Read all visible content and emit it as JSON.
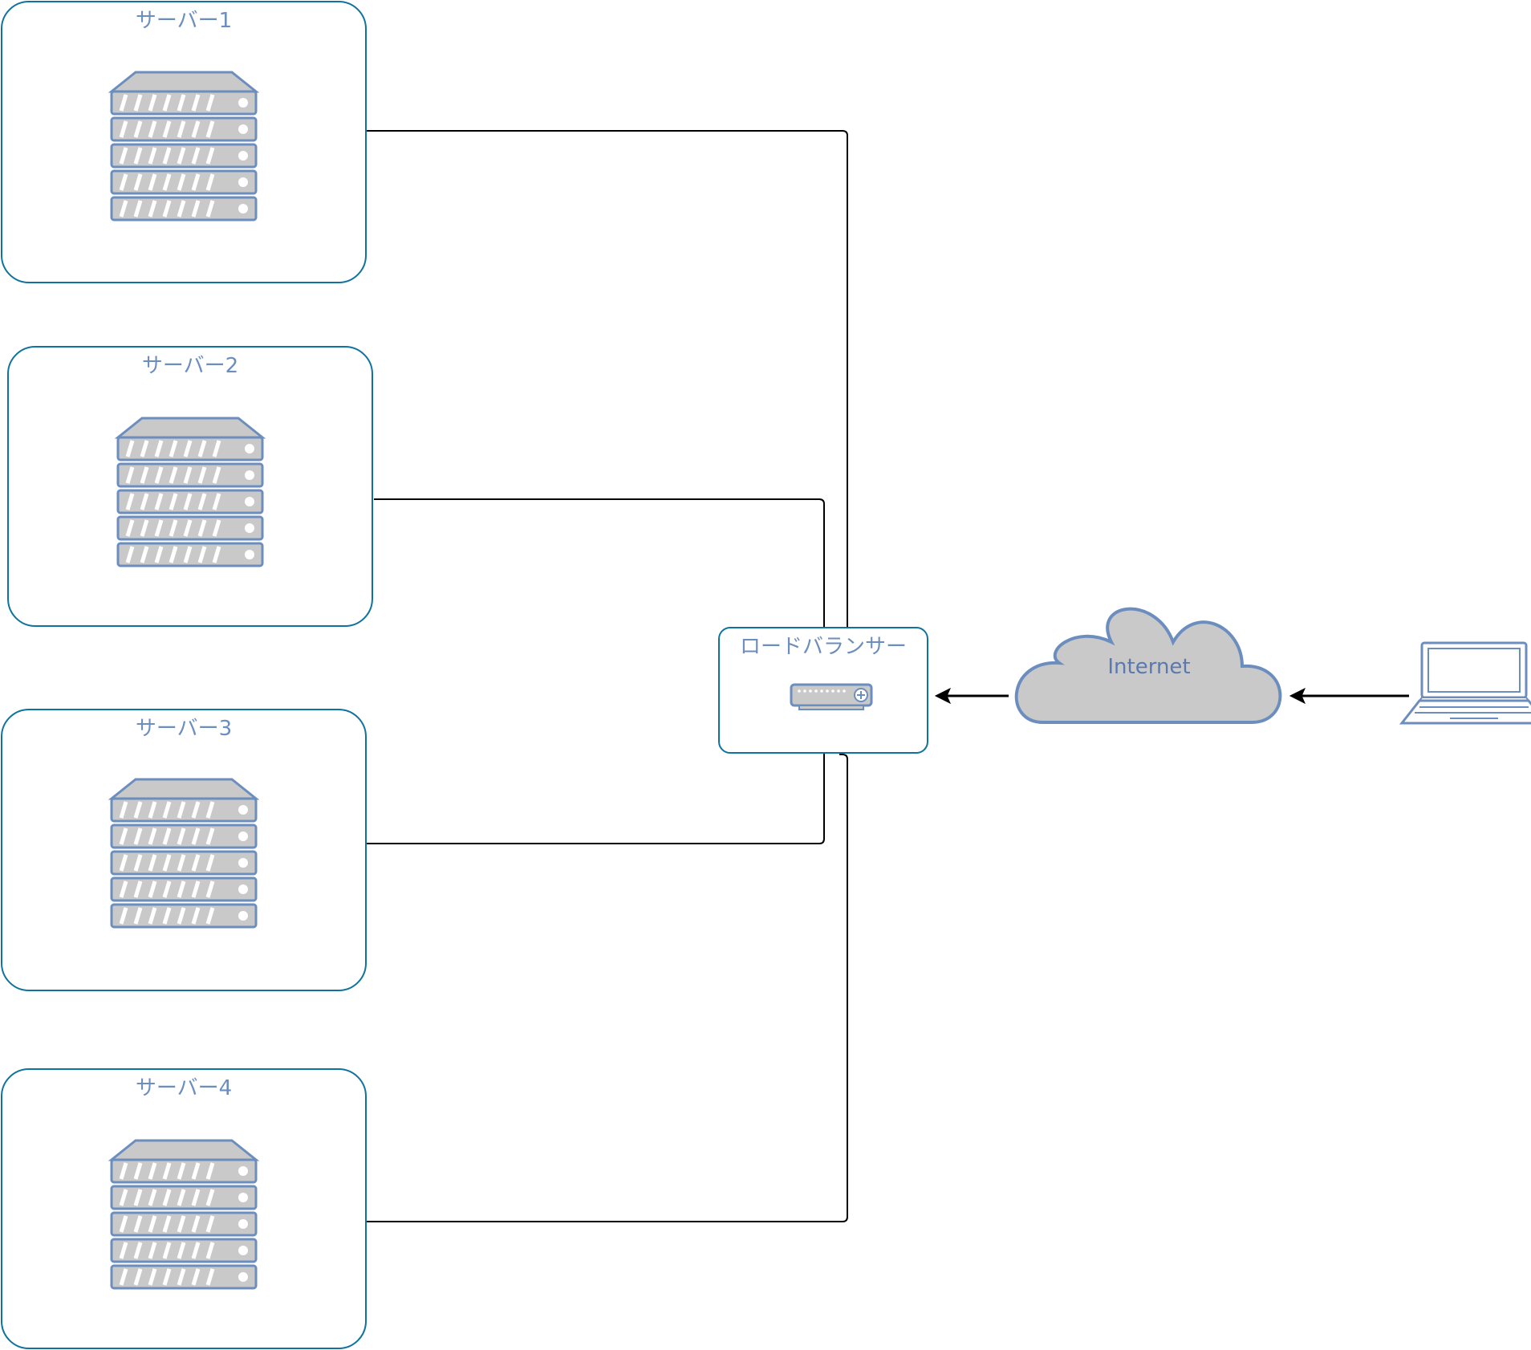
{
  "nodes": {
    "server1": {
      "label": "サーバー1"
    },
    "server2": {
      "label": "サーバー2"
    },
    "server3": {
      "label": "サーバー3"
    },
    "server4": {
      "label": "サーバー4"
    },
    "load_balancer": {
      "label": "ロードバランサー"
    },
    "internet": {
      "label": "Internet"
    }
  },
  "colors": {
    "group_border": "#10739e",
    "icon_stroke": "#6c8ebf",
    "icon_fill": "#c9c9c9",
    "connector": "#000000",
    "label_text": "#6c8ebf"
  },
  "icons": {
    "server": "server-rack-icon",
    "load_balancer": "load-balancer-icon",
    "cloud": "cloud-icon",
    "client": "laptop-icon"
  }
}
